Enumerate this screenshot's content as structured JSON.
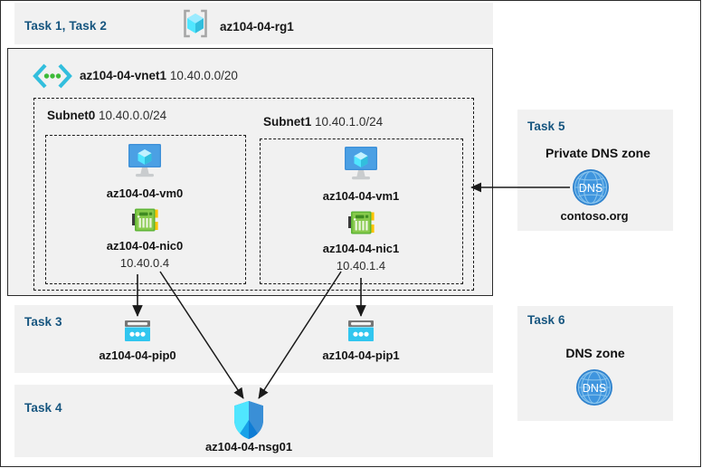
{
  "diagram": {
    "title_bar": {
      "task_label": "Task 1, Task 2",
      "resource_group": "az104-04-rg1",
      "resource_group_icon": "resource-group-cube-icon"
    },
    "vnet": {
      "name": "az104-04-vnet1",
      "cidr": "10.40.0.0/20",
      "icon": "virtual-network-icon"
    },
    "subnets": [
      {
        "name": "Subnet0",
        "cidr": "10.40.0.0/24",
        "vm": {
          "name": "az104-04-vm0",
          "icon": "virtual-machine-icon"
        },
        "nic": {
          "name": "az104-04-nic0",
          "ip": "10.40.0.4",
          "icon": "network-interface-icon"
        }
      },
      {
        "name": "Subnet1",
        "cidr": "10.40.1.0/24",
        "vm": {
          "name": "az104-04-vm1",
          "icon": "virtual-machine-icon"
        },
        "nic": {
          "name": "az104-04-nic1",
          "ip": "10.40.1.4",
          "icon": "network-interface-icon"
        }
      }
    ],
    "task3": {
      "task_label": "Task 3",
      "pips": [
        {
          "name": "az104-04-pip0",
          "icon": "public-ip-address-icon"
        },
        {
          "name": "az104-04-pip1",
          "icon": "public-ip-address-icon"
        }
      ]
    },
    "task4": {
      "task_label": "Task 4",
      "nsg": {
        "name": "az104-04-nsg01",
        "icon": "network-security-group-shield-icon"
      }
    },
    "task5": {
      "task_label": "Task 5",
      "heading": "Private DNS zone",
      "zone_name": "contoso.org",
      "icon": "dns-globe-icon",
      "icon_text": "DNS"
    },
    "task6": {
      "task_label": "Task 6",
      "heading": "DNS zone",
      "icon": "dns-globe-icon",
      "icon_text": "DNS"
    },
    "colors": {
      "task_text": "#16557f",
      "panel_bg": "#f1f1f1",
      "page_bg": "#ffffff",
      "border": "#2b2b2b",
      "dns_blue": "#3a8bd8",
      "pip_cyan": "#31c6ef",
      "nic_green": "#76bc3f",
      "vm_blue": "#3e90d8",
      "nsg_blue": "#38b8f0",
      "vnet_icon_blue": "#37c6f0",
      "connector": "#1a1a1a"
    }
  }
}
